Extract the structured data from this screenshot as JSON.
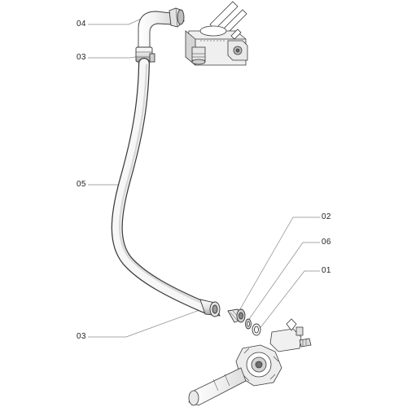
{
  "callouts": {
    "c04": "04",
    "c03_top": "03",
    "c05": "05",
    "c02": "02",
    "c06": "06",
    "c01": "01",
    "c03_bottom": "03"
  },
  "colors": {
    "stroke": "#3a3a3a",
    "leader": "#8a8a8a",
    "fill_light": "#f4f4f4",
    "fill_mid": "#d9d9d9",
    "fill_dark": "#9a9a9a"
  }
}
